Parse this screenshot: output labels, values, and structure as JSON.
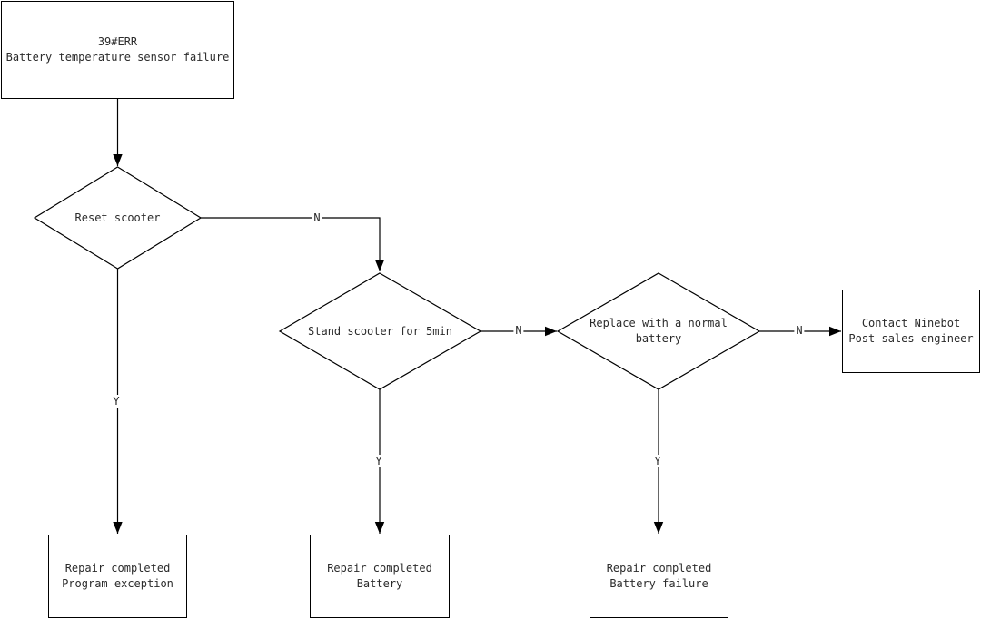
{
  "diagram": {
    "type": "flowchart",
    "colors": {
      "line": "#000000",
      "text": "#2b2b2b",
      "background": "#ffffff"
    }
  },
  "nodes": {
    "start": {
      "line1": "39#ERR",
      "line2": "Battery temperature sensor failure"
    },
    "reset": {
      "label": "Reset scooter"
    },
    "stand": {
      "label": "Stand scooter for 5min"
    },
    "replace": {
      "line1": "Replace with a normal",
      "line2": "battery"
    },
    "contact": {
      "line1": "Contact Ninebot",
      "line2": "Post sales engineer"
    },
    "repair_program": {
      "line1": "Repair completed",
      "line2": "Program exception"
    },
    "repair_battery": {
      "line1": "Repair completed",
      "line2": "Battery"
    },
    "repair_battery_failure": {
      "line1": "Repair completed",
      "line2": "Battery failure"
    }
  },
  "edges": {
    "reset_no": "N",
    "reset_yes": "Y",
    "stand_no": "N",
    "stand_yes": "Y",
    "replace_no": "N",
    "replace_yes": "Y"
  }
}
